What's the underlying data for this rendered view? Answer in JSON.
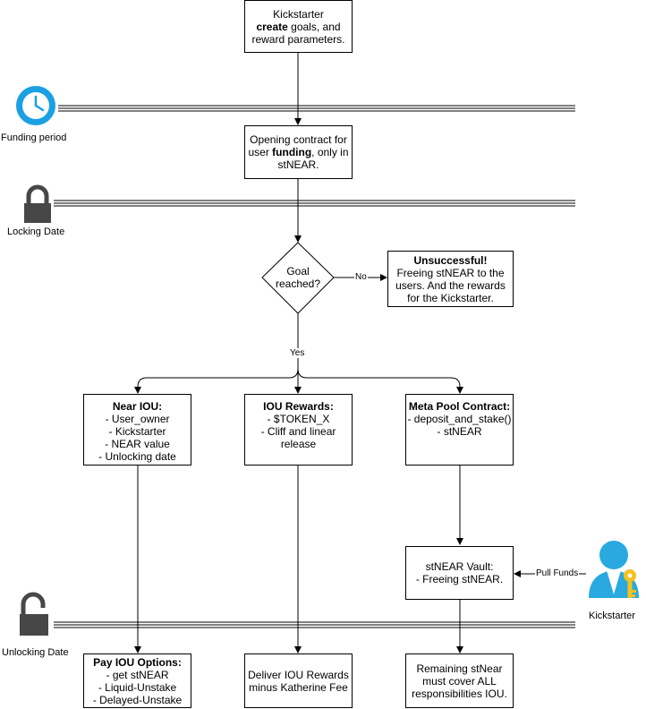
{
  "boxes": {
    "kickstarter_create": {
      "pre": "Kickstarter",
      "bold": "create",
      "post": " goals, and",
      "line3": "reward parameters."
    },
    "opening_contract": {
      "line1": "Opening contract for",
      "pre": "user ",
      "bold": "funding",
      "post": ", only in",
      "line3": "stNEAR."
    },
    "unsuccessful": {
      "title": "Unsuccessful!",
      "lines": [
        "Freeing stNEAR to the",
        "users. And the rewards",
        "for the Kickstarter."
      ]
    },
    "near_iou": {
      "title": "Near IOU:",
      "lines": [
        "- User_owner",
        "- Kickstarter",
        "- NEAR value",
        "- Unlocking date"
      ]
    },
    "iou_rewards": {
      "title": "IOU Rewards:",
      "lines": [
        "- $TOKEN_X",
        "- Cliff and linear",
        "release"
      ]
    },
    "meta_pool": {
      "title": "Meta Pool Contract:",
      "lines": [
        "- deposit_and_stake()",
        "- stNEAR"
      ]
    },
    "stnear_vault": {
      "lines": [
        "stNEAR Vault:",
        "- Freeing stNEAR."
      ]
    },
    "pay_iou": {
      "title": "Pay IOU Options:",
      "lines": [
        "- get stNEAR",
        "- Liquid-Unstake",
        "- Delayed-Unstake"
      ]
    },
    "deliver_iou": {
      "lines": [
        "Deliver IOU Rewards",
        "minus Katherine Fee"
      ]
    },
    "remaining": {
      "lines": [
        "Remaining stNear",
        "must cover ALL",
        "responsibilities IOU."
      ]
    }
  },
  "decision": {
    "lines": [
      "Goal",
      "reached?"
    ]
  },
  "edge_labels": {
    "no": "No",
    "yes": "Yes",
    "pull_funds": "Pull Funds"
  },
  "side_labels": {
    "funding_period": "Funding period",
    "locking_date": "Locking Date",
    "unlocking_date": "Unlocking Date",
    "kickstarter": "Kickstarter"
  },
  "colors": {
    "clock": "#1BA1E2",
    "lock": "#474747",
    "person": "#29A9DF",
    "key": "#F4C21B"
  },
  "icons": [
    "clock-icon",
    "lock-closed-icon",
    "lock-open-icon",
    "user-key-icon"
  ]
}
